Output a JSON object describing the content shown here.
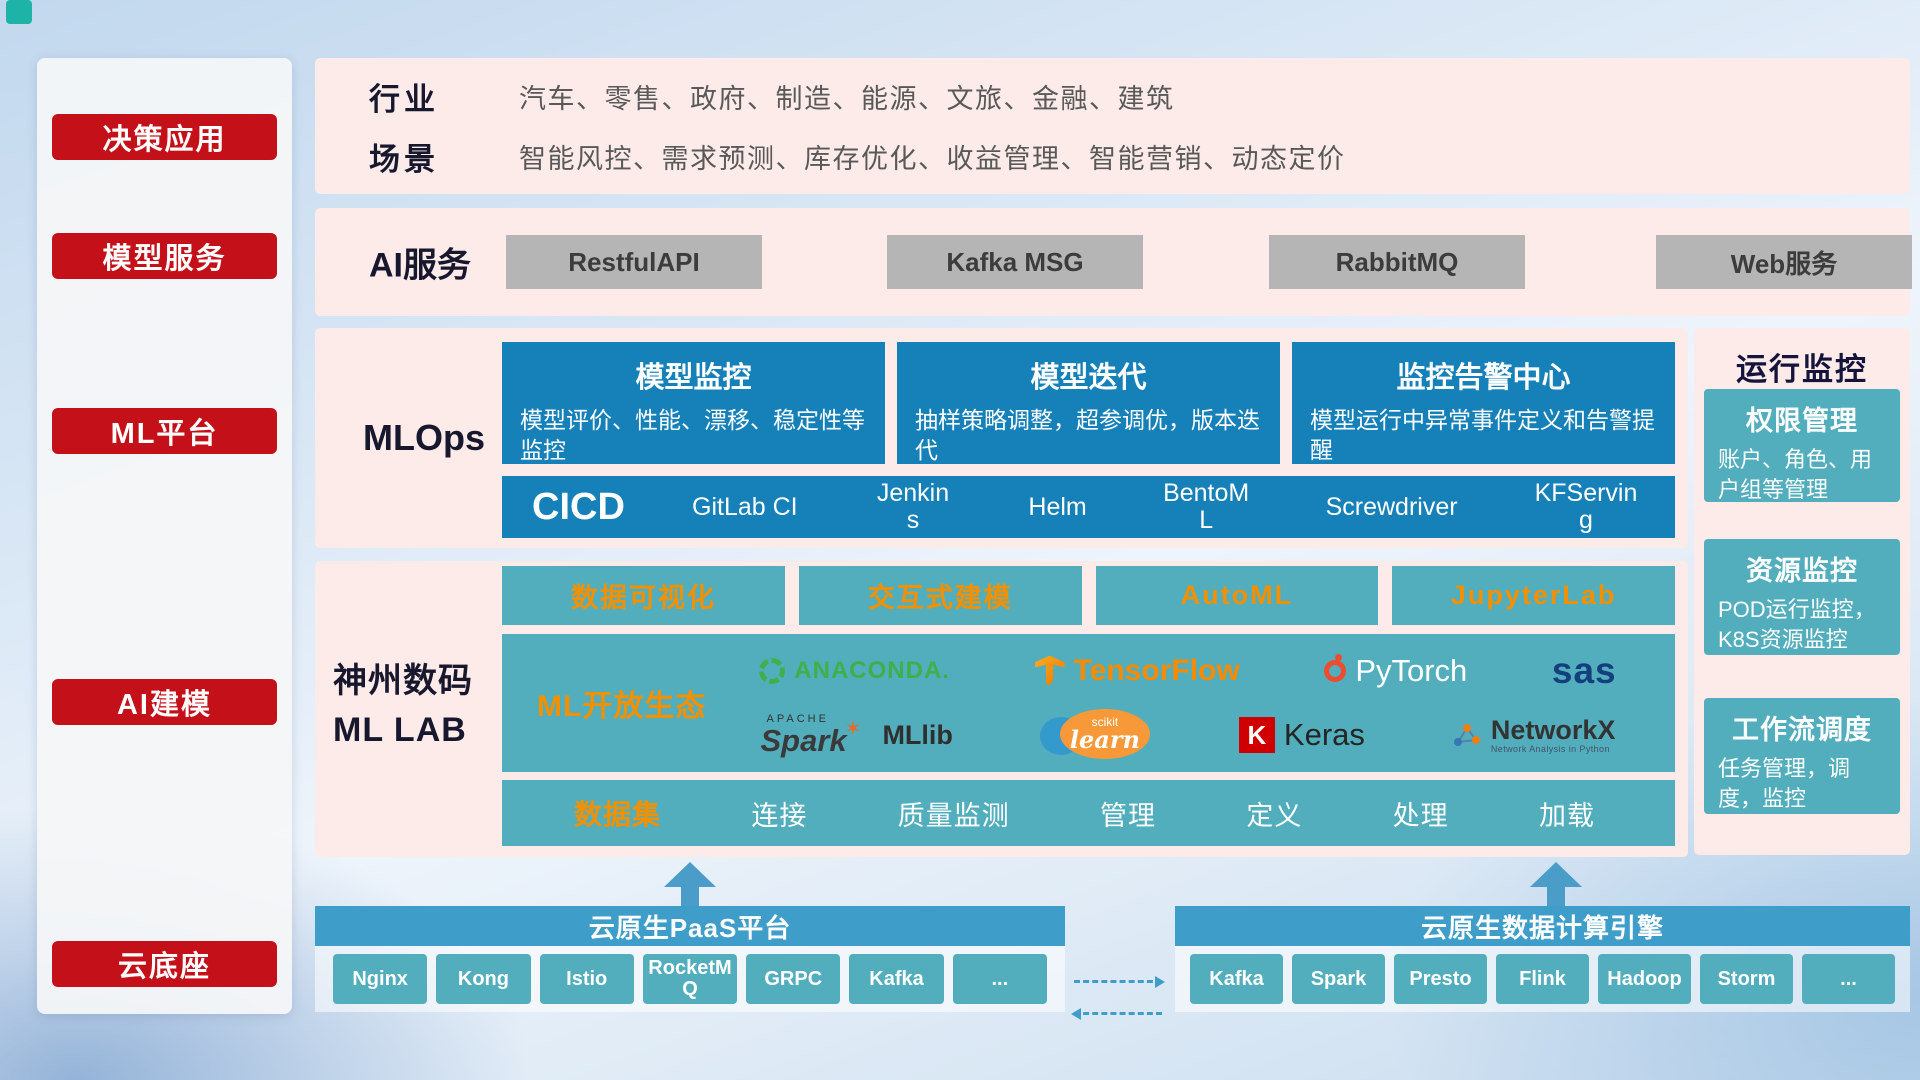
{
  "sidebar": {
    "items": [
      {
        "label": "决策应用"
      },
      {
        "label": "模型服务"
      },
      {
        "label": "ML平台"
      },
      {
        "label": "AI建模"
      },
      {
        "label": "云底座"
      }
    ]
  },
  "industry_panel": {
    "rows": [
      {
        "label": "行业",
        "text": "汽车、零售、政府、制造、能源、文旅、金融、建筑"
      },
      {
        "label": "场景",
        "text": "智能风控、需求预测、库存优化、收益管理、智能营销、动态定价"
      }
    ]
  },
  "ai_service_panel": {
    "label": "AI服务",
    "buttons": [
      "RestfulAPI",
      "Kafka MSG",
      "RabbitMQ",
      "Web服务"
    ]
  },
  "mlops_panel": {
    "label": "MLOps",
    "cards": [
      {
        "title": "模型监控",
        "desc": "模型评价、性能、漂移、稳定性等监控"
      },
      {
        "title": "模型迭代",
        "desc": "抽样策略调整，超参调优，版本迭代"
      },
      {
        "title": "监控告警中心",
        "desc": "模型运行中异常事件定义和告警提醒"
      }
    ],
    "cicd_label": "CICD",
    "cicd_items": [
      "GitLab CI",
      "Jenkins",
      "Helm",
      "BentoML",
      "Screwdriver",
      "KFServing"
    ]
  },
  "monitor_panel": {
    "title": "运行监控",
    "cards": [
      {
        "title": "权限管理",
        "desc": "账户、角色、用户组等管理"
      },
      {
        "title": "资源监控",
        "desc": "POD运行监控，K8S资源监控"
      },
      {
        "title": "工作流调度",
        "desc": "任务管理，调度，监控"
      }
    ]
  },
  "mllab_panel": {
    "label_line1": "神州数码",
    "label_line2": "ML LAB",
    "tools": [
      "数据可视化",
      "交互式建模",
      "AutoML",
      "JupyterLab"
    ],
    "ecosystem_label": "ML开放生态",
    "logos": {
      "anaconda": "ANACONDA.",
      "tensorflow": "TensorFlow",
      "pytorch": "PyTorch",
      "sas": "sas",
      "spark_apache": "APACHE",
      "spark": "Spark",
      "mllib": "MLlib",
      "sklearn_top": "scikit",
      "sklearn_text": "learn",
      "keras_k": "K",
      "keras": "Keras",
      "networkx": "NetworkX",
      "networkx_sub": "Network Analysis in Python"
    },
    "dataset_label": "数据集",
    "dataset_items": [
      "连接",
      "质量监测",
      "管理",
      "定义",
      "处理",
      "加载"
    ]
  },
  "cloud_base": {
    "paas_title": "云原生PaaS平台",
    "paas_items": [
      "Nginx",
      "Kong",
      "Istio",
      "RocketMQ",
      "GRPC",
      "Kafka",
      "..."
    ],
    "engine_title": "云原生数据计算引擎",
    "engine_items": [
      "Kafka",
      "Spark",
      "Presto",
      "Flink",
      "Hadoop",
      "Storm",
      "..."
    ]
  },
  "colors": {
    "red_button": "#c41019",
    "panel_bg": "#fcebe8",
    "blue_card": "#1680b9",
    "teal": "#52aebc",
    "teal_header": "#3f9ec9",
    "orange": "#f29100",
    "gray_button": "#b5b5b5",
    "arrow_blue": "#4a9cc9"
  }
}
